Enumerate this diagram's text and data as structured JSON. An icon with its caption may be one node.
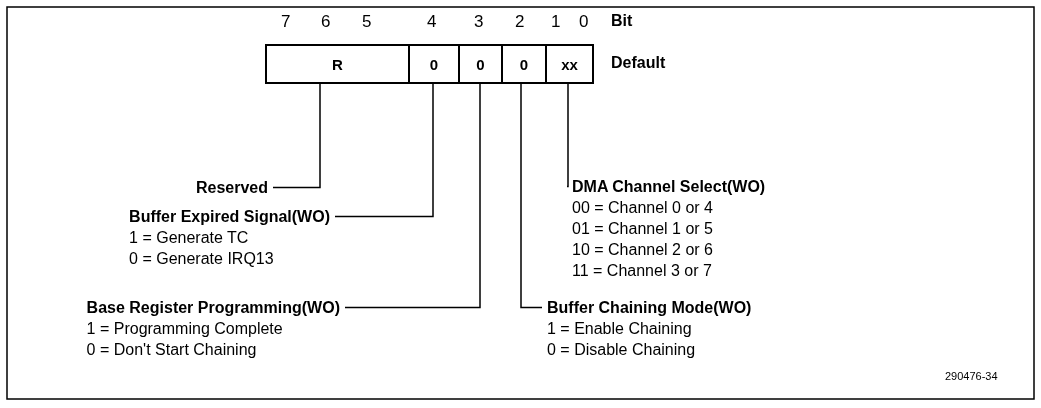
{
  "diagram": {
    "nodes": [
      {
        "text": [
          "R"
        ]
      },
      {
        "text": [
          "0"
        ]
      },
      {
        "text": [
          "0"
        ]
      },
      {
        "text": [
          "0"
        ]
      },
      {
        "text": [
          "xx"
        ]
      },
      {
        "text": [
          "Reserved"
        ]
      },
      {
        "text": [
          "DMA Channel Select(WO)",
          "00 = Channel 0 or 4",
          "01 = Channel 1 or 5",
          "10 = Channel 2 or 6",
          "11 = Channel 3 or 7"
        ]
      },
      {
        "text": [
          "Buffer Expired Signal(WO)",
          "1 = Generate TC",
          "0 = Generate IRQ13"
        ]
      },
      {
        "text": [
          "Base Register Programming(WO)",
          "1 = Programming Complete",
          "0 = Don't Start Chaining"
        ]
      },
      {
        "text": [
          "Buffer Chaining Mode(WO)",
          "1 = Enable Chaining",
          "0 = Disable Chaining"
        ]
      }
    ],
    "edges": [
      {
        "from": 5,
        "to": 0,
        "arrow": "none"
      },
      {
        "from": 6,
        "to": 4,
        "arrow": "none"
      },
      {
        "from": 7,
        "to": 1,
        "arrow": "none"
      },
      {
        "from": 8,
        "to": 2,
        "arrow": "none"
      },
      {
        "from": 9,
        "to": 3,
        "arrow": "none"
      }
    ],
    "labels": [
      "7",
      "6",
      "5",
      "4",
      "3",
      "2",
      "1",
      "0",
      "Bit",
      "Default",
      "290476-34"
    ]
  }
}
